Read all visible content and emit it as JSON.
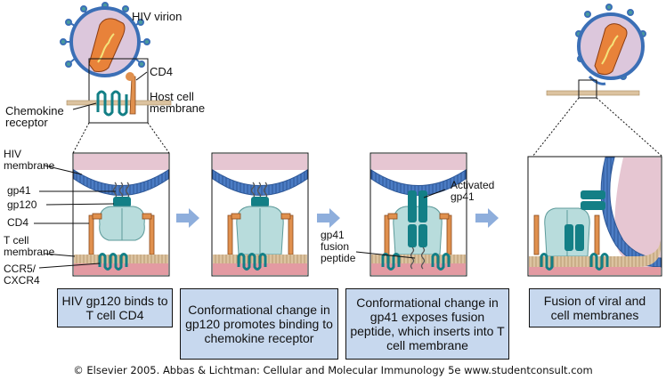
{
  "labels": {
    "hiv_virion": "HIV virion",
    "cd4_top": "CD4",
    "host_cell_membrane": "Host cell membrane",
    "chemokine_receptor": "Chemokine receptor",
    "hiv_membrane": "HIV membrane",
    "gp41": "gp41",
    "gp120": "gp120",
    "cd4": "CD4",
    "t_cell_membrane": "T cell membrane",
    "ccr5_cxcr4": "CCR5/ CXCR4",
    "activated_gp41": "Activated gp41",
    "gp41_fusion_peptide": "gp41 fusion peptide"
  },
  "captions": [
    "HIV gp120 binds to T cell CD4",
    "Conformational change in gp120 promotes binding to chemokine receptor",
    "Conformational change in gp41 exposes fusion peptide, which inserts into T cell membrane",
    "Fusion of viral and cell membranes"
  ],
  "copyright": "© Elsevier 2005. Abbas & Lichtman: Cellular and Molecular Immunology 5e www.studentconsult.com",
  "colors": {
    "virion_fill": "#dcc7dc",
    "virion_envelope": "#3b6fb6",
    "core": "#e8823a",
    "teal": "#137f86",
    "gp120": "#b8dcdc",
    "cd4": "#e0904e",
    "membrane_tan": "#dcc3a0",
    "cell_pink": "#e39aa2",
    "arrow": "#8eaedc",
    "caption_bg": "#c7d8ee"
  }
}
